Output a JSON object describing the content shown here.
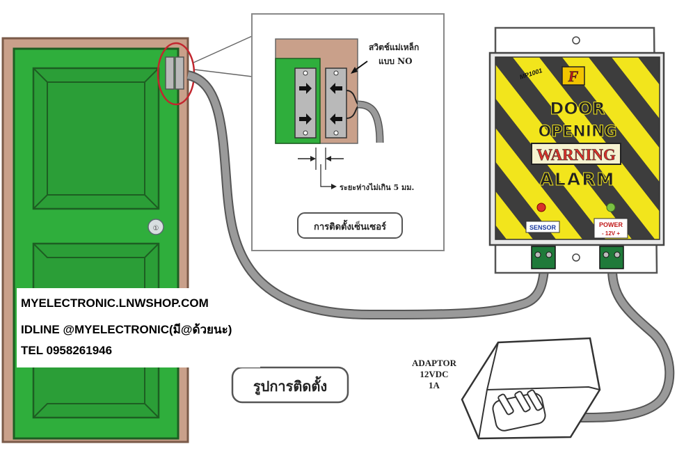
{
  "device": {
    "model": "MP1001",
    "brand_letter": "F",
    "title_line1": "DOOR",
    "title_line2": "OPENING",
    "title_warning": "WARNING",
    "title_line4": "ALARM",
    "sensor_label": "SENSOR",
    "power_label": "POWER",
    "power_polarity": "- 12V +"
  },
  "inset": {
    "switch_label_line1": "สวิตช์แม่เหล็ก",
    "switch_label_line2": "แบบ NO",
    "gap_label": "ระยะห่างไม่เกิน 5 มม.",
    "caption": "การติดตั้งเซ็นเซอร์"
  },
  "installation_caption": "รูปการติดตั้ง",
  "adaptor": {
    "line1": "ADAPTOR",
    "line2": "12VDC",
    "line3": "1A"
  },
  "contact": {
    "website": "MYELECTRONIC.LNWSHOP.COM",
    "line_id": "IDLINE @MYELECTRONIC(มี@ด้วยนะ)",
    "tel": "TEL 0958261946"
  },
  "colors": {
    "door_green": "#2fae3c",
    "frame_brown": "#c9a08a",
    "alarm_yellow": "#f2e51c",
    "stripe_dark": "#3a3a3a",
    "cable_grey": "#9a9a9a",
    "warning_red": "#d8322a"
  }
}
